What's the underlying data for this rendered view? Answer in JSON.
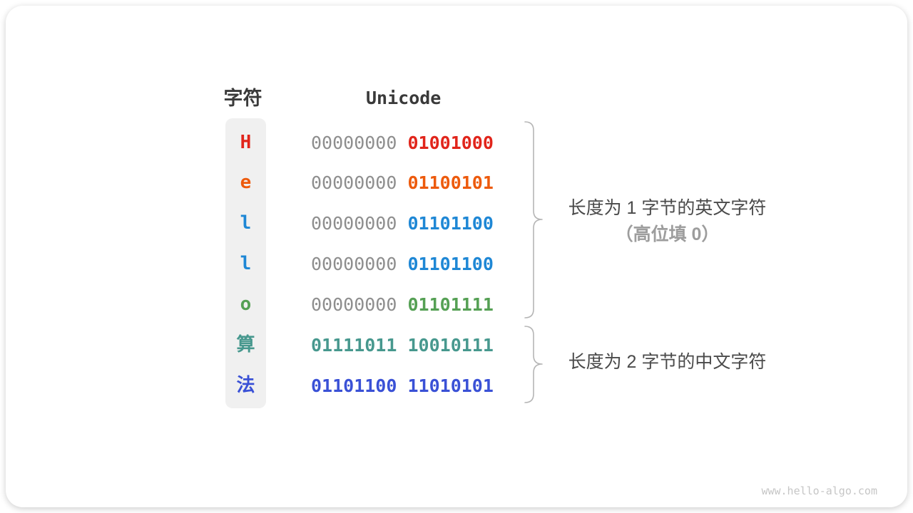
{
  "diagram": {
    "columns": {
      "char_header": "字符",
      "unicode_header": "Unicode"
    },
    "rows": [
      {
        "char": "H",
        "color": "#e1251b",
        "byte1": "00000000",
        "byte2": "01001000",
        "byte1_colored": false
      },
      {
        "char": "e",
        "color": "#ed5a0c",
        "byte1": "00000000",
        "byte2": "01100101",
        "byte1_colored": false
      },
      {
        "char": "l",
        "color": "#1e87d5",
        "byte1": "00000000",
        "byte2": "01101100",
        "byte1_colored": false
      },
      {
        "char": "l",
        "color": "#1e87d5",
        "byte1": "00000000",
        "byte2": "01101100",
        "byte1_colored": false
      },
      {
        "char": "o",
        "color": "#55a054",
        "byte1": "00000000",
        "byte2": "01101111",
        "byte1_colored": false
      },
      {
        "char": "算",
        "color": "#47988e",
        "byte1": "01111011",
        "byte2": "10010111",
        "byte1_colored": true
      },
      {
        "char": "法",
        "color": "#3a51d6",
        "byte1": "01101100",
        "byte2": "11010101",
        "byte1_colored": true
      }
    ],
    "annotations": {
      "ascii_line1": "长度为 1 字节的英文字符",
      "ascii_line2": "（高位填 0）",
      "cjk_line1": "长度为 2 字节的中文字符"
    },
    "colors": {
      "gray_byte": "#8e8e8e",
      "header_text": "#3a3a3a",
      "annotation_text": "#4a4a4a",
      "annotation_muted": "#9d9d9d",
      "brace": "#b5b5b5",
      "char_cell_bg": "#f0f0f0",
      "watermark": "#c6c6c6"
    }
  },
  "watermark": "www.hello-algo.com"
}
